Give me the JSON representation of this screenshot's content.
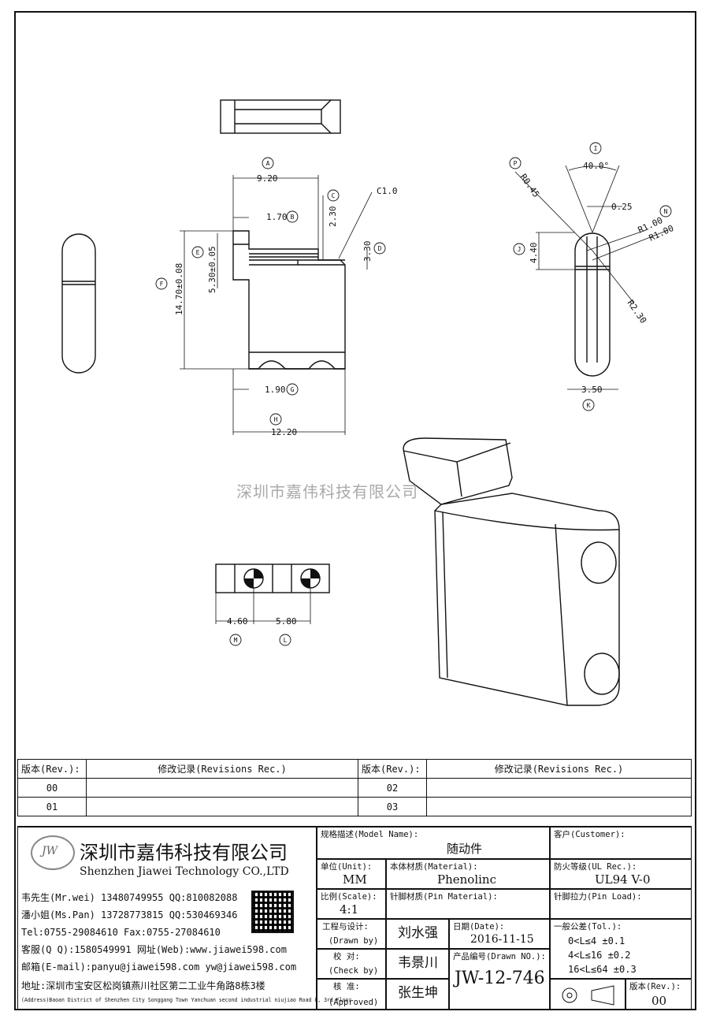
{
  "watermark": "深圳市嘉伟科技有限公司",
  "dimensions": {
    "A": "A",
    "B": "B",
    "C": "C",
    "D": "D",
    "E": "E",
    "F": "F",
    "G": "G",
    "H": "H",
    "I": "I",
    "J": "J",
    "K": "K",
    "L": "L",
    "M": "M",
    "N": "N",
    "P": "P",
    "a_val": "9.20",
    "b_val": "1.70",
    "c_val": "2.30",
    "d_val": "3.30",
    "e_val": "5.30±0.05",
    "f_val": "14.70±0.08",
    "g_val": "1.90",
    "h_val": "12.20",
    "c1": "C1.0",
    "angle": "40.0°",
    "r045": "R0.45",
    "gap": "0.25",
    "r100a": "R1.00",
    "r100b": "R1.00",
    "j_val": "4.40",
    "r230": "R2.30",
    "k_val": "3.50",
    "m_val": "4.60",
    "l_val": "5.80"
  },
  "revisions": {
    "h_rev": "版本(Rev.):",
    "h_rec": "修改记录(Revisions Rec.)",
    "rows": [
      {
        "a": "00",
        "b": "02"
      },
      {
        "a": "01",
        "b": "03"
      }
    ]
  },
  "company": {
    "logo": "JW",
    "name_cn": "深圳市嘉伟科技有限公司",
    "name_en": "Shenzhen Jiawei Technology CO.,LTD",
    "c1": "韦先生(Mr.wei) 13480749955 QQ:810082088",
    "c2": "潘小姐(Ms.Pan) 13728773815 QQ:530469346",
    "c3": "Tel:0755-29084610   Fax:0755-27084610",
    "c4": "客服(Q Q):1580549991  网址(Web):www.jiawei598.com",
    "c5": "邮箱(E-mail):panyu@jiawei598.com  yw@jiawei598.com",
    "c6": "地址:深圳市宝安区松岗镇燕川社区第二工业牛角路8栋3楼",
    "c7": "(Address)Baoan District of Shenzhen City Songgang Town Yanchuan  second industrial niujiao Road 8, 3rd Floor"
  },
  "title": {
    "model_lbl": "规格描述(Model Name):",
    "model_val": "随动件",
    "cust_lbl": "客户(Customer):",
    "unit_lbl": "单位(Unit):",
    "unit_val": "MM",
    "mat_lbl": "本体材质(Material):",
    "mat_val": "Phenolinc",
    "ul_lbl": "防火等级(UL Rec.):",
    "ul_val": "UL94 V-0",
    "scale_lbl": "比例(Scale):",
    "scale_val": "4:1",
    "pin_lbl": "针脚材质(Pin Material):",
    "load_lbl": "针脚拉力(Pin Load):",
    "drawn_lbl": "工程与设计:",
    "drawn_en": "(Drawn by)",
    "drawn_val": "刘水强",
    "date_lbl": "日期(Date):",
    "date_val": "2016-11-15",
    "tol_lbl": "一般公差(Tol.):",
    "tol1": "0<L≤4    ±0.1",
    "tol2": "4<L≤16   ±0.2",
    "tol3": "16<L≤64  ±0.3",
    "check_lbl": "校  对:",
    "check_en": "(Check by)",
    "check_val": "韦景川",
    "dno_lbl": "产品编号(Drawn NO.):",
    "dno_val": "JW-12-746",
    "appr_lbl": "核  准:",
    "appr_en": "(Approved)",
    "appr_val": "张生坤",
    "rev_lbl": "版本(Rev.):",
    "rev_val": "00"
  }
}
